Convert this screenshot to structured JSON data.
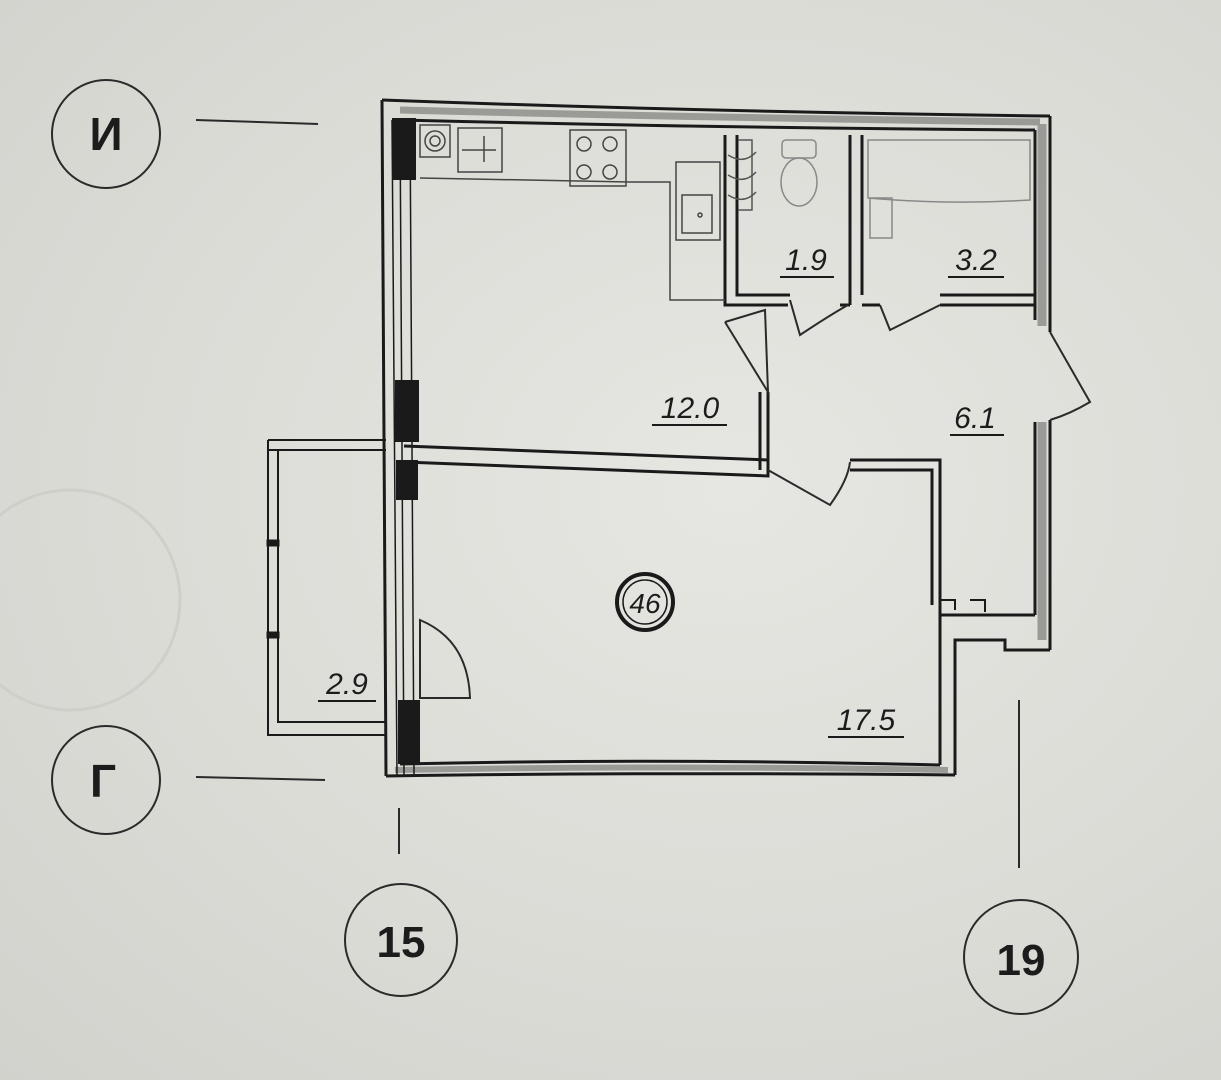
{
  "axes": {
    "top_left": "И",
    "bottom_left": "Г",
    "bottom_a": "15",
    "bottom_b": "19"
  },
  "apartment": {
    "number": "46"
  },
  "rooms": {
    "kitchen": "12.0",
    "toilet": "1.9",
    "bathroom": "3.2",
    "hall": "6.1",
    "living_room": "17.5",
    "balcony": "2.9"
  },
  "colors": {
    "wall": "#1a1a1a",
    "line": "#2a2a2a",
    "paper": "#dededa"
  }
}
